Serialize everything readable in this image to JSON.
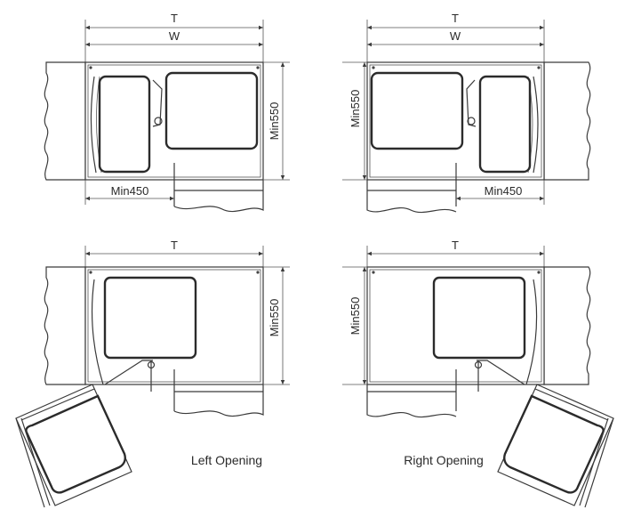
{
  "diagrams": [
    {
      "id": "top-left",
      "labels": {
        "total": "T",
        "width": "W",
        "depth": "Min550",
        "depth_min": "Min450"
      }
    },
    {
      "id": "top-right",
      "labels": {
        "total": "T",
        "width": "W",
        "depth": "Min550",
        "depth_min": "Min450"
      }
    },
    {
      "id": "bottom-left",
      "labels": {
        "total": "T",
        "depth": "Min550"
      },
      "caption": "Left Opening"
    },
    {
      "id": "bottom-right",
      "labels": {
        "total": "T",
        "depth": "Min550"
      },
      "caption": "Right Opening"
    }
  ],
  "colors": {
    "line": "#3a3a3a",
    "background": "#ffffff"
  }
}
